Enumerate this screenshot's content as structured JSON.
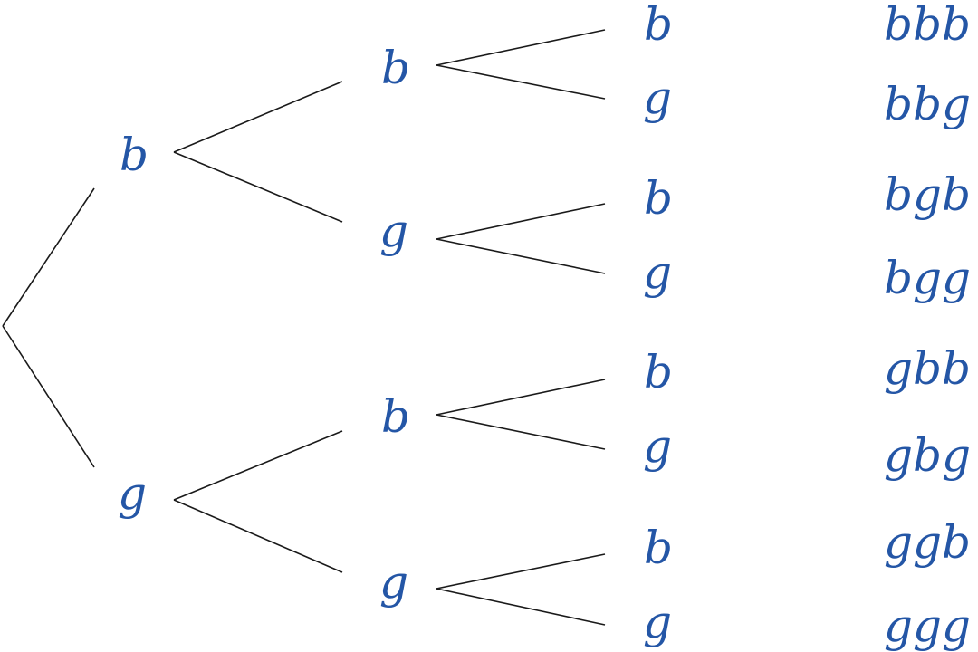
{
  "tree": {
    "label_color": "#2456a6",
    "line_color": "#1a1a1a",
    "level1": [
      {
        "label": "b"
      },
      {
        "label": "g"
      }
    ],
    "level2": [
      {
        "label": "b"
      },
      {
        "label": "g"
      },
      {
        "label": "b"
      },
      {
        "label": "g"
      }
    ],
    "level3": [
      {
        "label": "b"
      },
      {
        "label": "g"
      },
      {
        "label": "b"
      },
      {
        "label": "g"
      },
      {
        "label": "b"
      },
      {
        "label": "g"
      },
      {
        "label": "b"
      },
      {
        "label": "g"
      }
    ],
    "outcomes": [
      "bbb",
      "bbg",
      "bgb",
      "bgg",
      "gbb",
      "gbg",
      "ggb",
      "ggg"
    ]
  }
}
